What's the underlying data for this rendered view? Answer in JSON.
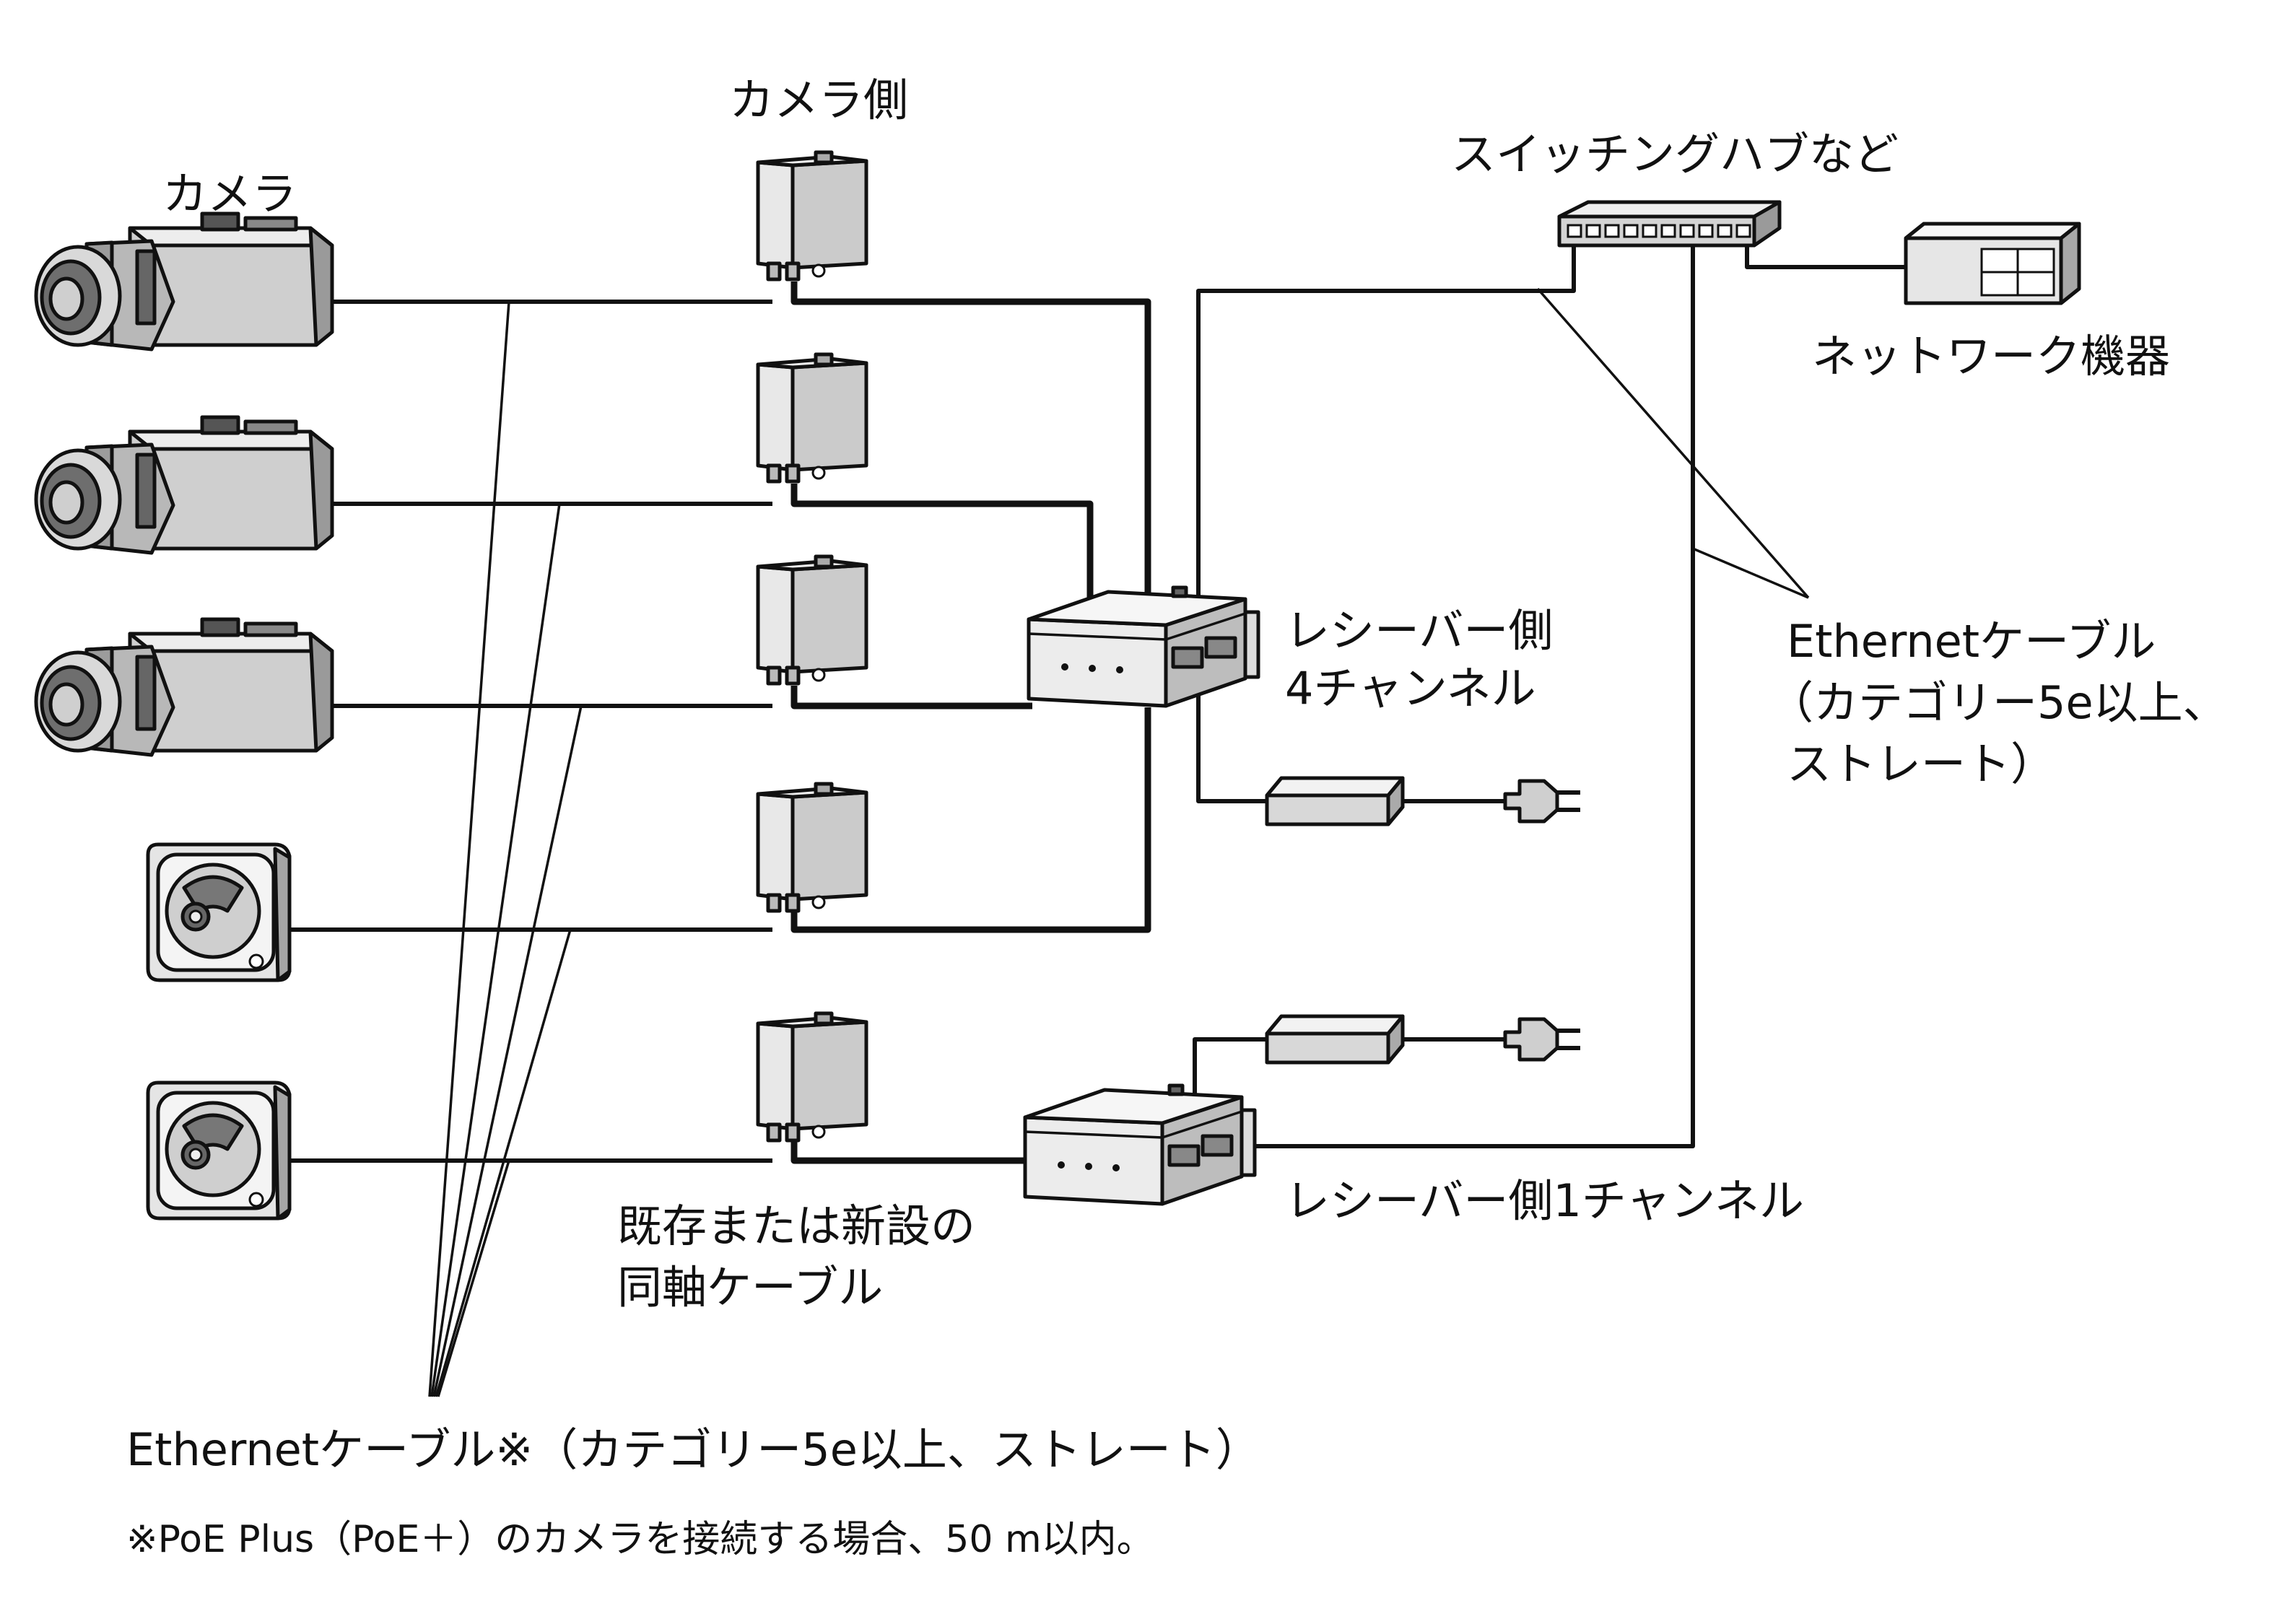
{
  "labels": {
    "camera": "カメラ",
    "camera_side": "カメラ側",
    "switching_hub": "スイッチングハブなど",
    "network_device": "ネットワーク機器",
    "receiver_4ch_line1": "レシーバー側",
    "receiver_4ch_line2": "4チャンネル",
    "receiver_1ch": "レシーバー側1チャンネル",
    "coax_line1": "既存または新設の",
    "coax_line2": "同軸ケーブル",
    "eth_right_line1": "Ethernetケーブル",
    "eth_right_line2": "（カテゴリー5e以上、",
    "eth_right_line3": "ストレート）",
    "eth_bottom": "Ethernetケーブル※（カテゴリー5e以上、ストレート）",
    "footnote": "※PoE Plus（PoE＋）のカメラを接続する場合、50 m以内。"
  },
  "colors": {
    "line": "#111111",
    "device_body": "#d4d4d4",
    "device_light": "#ececec",
    "device_dark": "#7a7a7a"
  },
  "icons": {
    "box_camera": "box-camera-icon",
    "compact_camera": "compact-camera-icon",
    "transmitter": "coax-transmitter-icon",
    "receiver": "coax-receiver-icon",
    "power_adapter": "ac-adapter-icon",
    "plug": "power-plug-icon",
    "switch": "switching-hub-icon",
    "network_device": "network-device-icon"
  }
}
